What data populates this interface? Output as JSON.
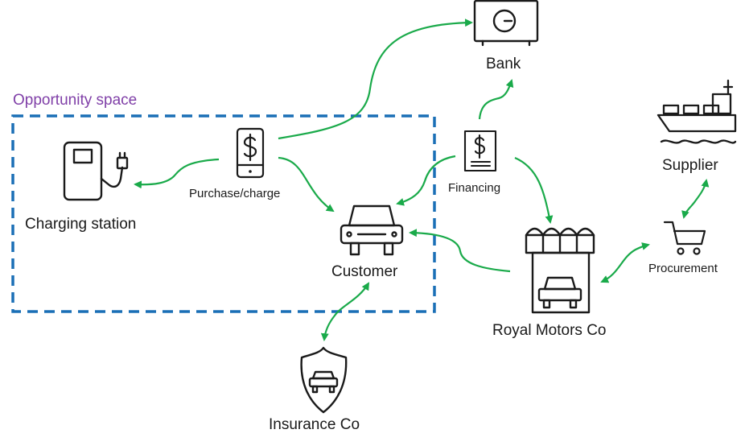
{
  "diagram": {
    "region_label": "Opportunity space",
    "nodes": {
      "bank": "Bank",
      "supplier": "Supplier",
      "charging_station": "Charging station",
      "purchase_charge": "Purchase/charge",
      "financing": "Financing",
      "customer": "Customer",
      "procurement": "Procurement",
      "royal_motors": "Royal Motors Co",
      "insurance": "Insurance Co"
    },
    "icons": {
      "bank": "safe-icon",
      "supplier": "cargo-ship-icon",
      "charging_station": "ev-charger-icon",
      "purchase_charge": "mobile-payment-icon",
      "financing": "invoice-dollar-icon",
      "customer": "car-icon",
      "procurement": "shopping-cart-icon",
      "royal_motors": "dealership-store-icon",
      "insurance": "shield-car-icon"
    },
    "colors": {
      "arrow": "#1aaa4a",
      "region_border": "#1a6fb6",
      "region_label": "#8040a8",
      "icon": "#1a1a1a"
    }
  }
}
